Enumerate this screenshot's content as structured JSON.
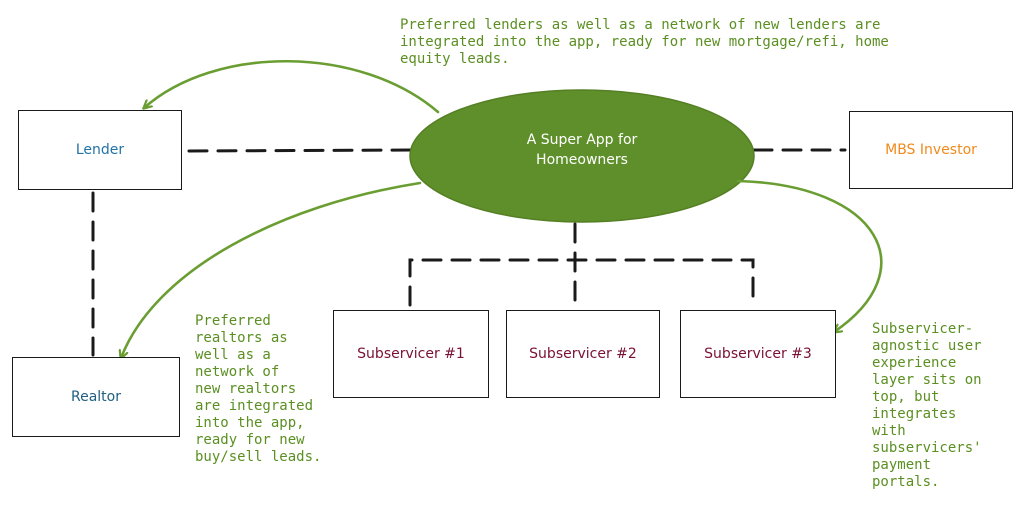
{
  "nodes": {
    "hub": "A Super App for\nHomeowners",
    "lender": "Lender",
    "realtor": "Realtor",
    "mbs_investor": "MBS Investor",
    "subservicer_1": "Subservicer #1",
    "subservicer_2": "Subservicer #2",
    "subservicer_3": "Subservicer #3"
  },
  "annotations": {
    "lenders": "Preferred lenders as well as a network of new lenders are\nintegrated into the app, ready for new mortgage/refi, home\nequity leads.",
    "realtors": "Preferred\nrealtors as\nwell as a\nnetwork of\nnew realtors\nare integrated\ninto the app,\nready for new\nbuy/sell leads.",
    "subservicers": "Subservicer-\nagnostic user\nexperience\nlayer sits on\ntop, but\nintegrates\nwith\nsubservicers'\npayment\nportals."
  },
  "colors": {
    "hub_fill": "#5f8f2a",
    "arrow": "#6a9e32",
    "annotation_text": "#5b8f22",
    "lender_text": "#2274a5",
    "realtor_text": "#1f5f80",
    "mbs_text": "#f08a1c",
    "subservicer_text": "#7a1032",
    "connector": "#1a1a1a"
  }
}
